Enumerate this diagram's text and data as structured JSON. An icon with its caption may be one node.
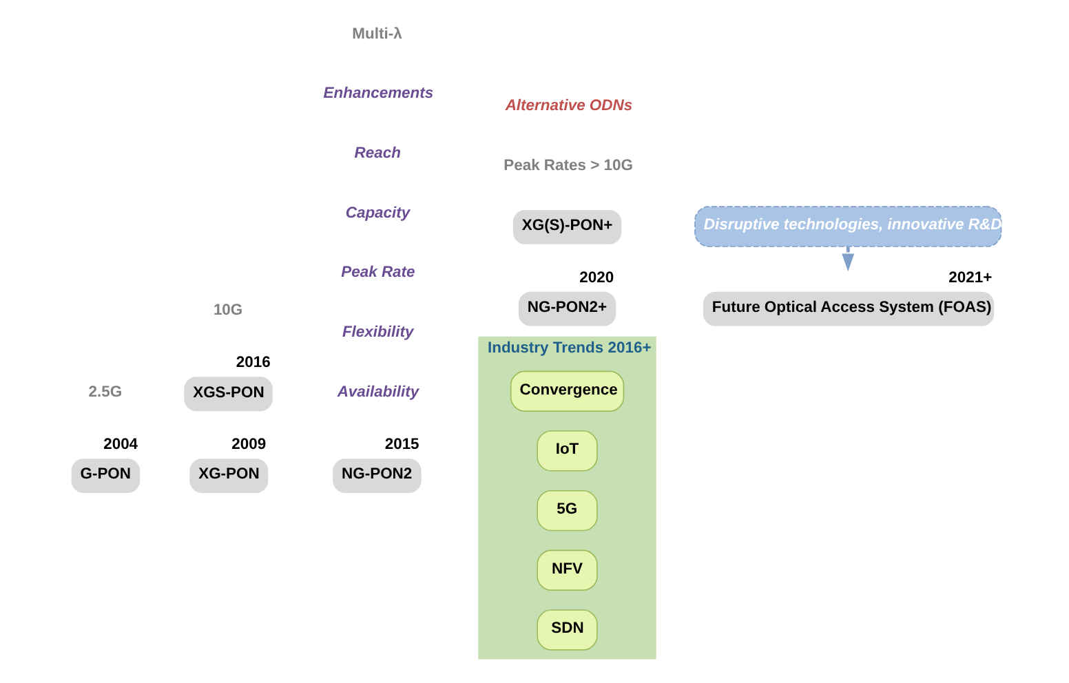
{
  "diagram": {
    "nodes": [
      {
        "text": [
          "G-PON"
        ],
        "beside": [
          "2004"
        ]
      },
      {
        "text": [
          "XG-PON"
        ],
        "beside": [
          "2009"
        ]
      },
      {
        "text": [
          "XGS-PON"
        ],
        "beside": [
          "2016"
        ]
      },
      {
        "text": [
          "NG-PON2"
        ],
        "beside": [
          "2015"
        ]
      },
      {
        "text": [
          "NG-PON2+"
        ],
        "beside": [
          "2020"
        ]
      },
      {
        "text": [
          "XG(S)-PON+"
        ]
      },
      {
        "text": [
          "Future Optical Access System (FOAS)"
        ],
        "beside": [
          "2021+"
        ]
      },
      {
        "text": [
          "Disruptive technologies, innovative R&D"
        ]
      },
      {
        "text": [
          "Industry Trends 2016+"
        ]
      },
      {
        "text": [
          "SDN"
        ],
        "in": 8
      },
      {
        "text": [
          "NFV"
        ],
        "in": 8
      },
      {
        "text": [
          "5G"
        ],
        "in": 8
      },
      {
        "text": [
          "IoT"
        ],
        "in": 8
      },
      {
        "text": [
          "Convergence"
        ],
        "in": 8
      }
    ],
    "edges": [
      {
        "from": 7,
        "to": 6,
        "arrow": "to",
        "style": "dashed"
      }
    ],
    "labels": [
      "Peak Rates > 10G",
      "Availability",
      "Flexibility",
      "Peak Rate",
      "Capacity",
      "Reach",
      "Enhancements",
      "Alternative ODNs",
      "Multi-λ",
      "10G",
      "2.5G"
    ]
  }
}
